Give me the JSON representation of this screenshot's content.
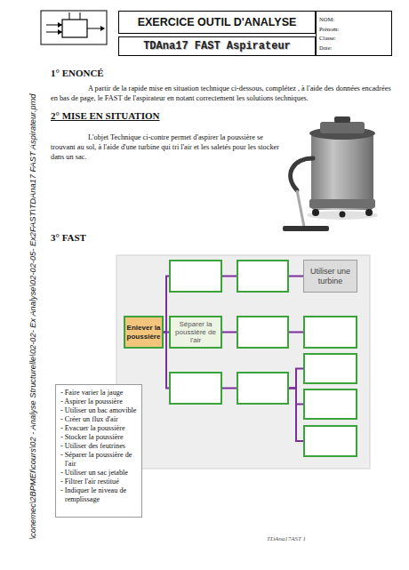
{
  "diagram": {
    "nodes": [
      {
        "text": [
          "EXERCICE OUTIL D'ANALYSE"
        ]
      },
      {
        "text": [
          "NOM:",
          "Prénom:",
          "Classe:",
          "Date:"
        ]
      },
      {
        "text": [
          "TDAna17 FAST Aspirateur"
        ]
      },
      {
        "text": [
          "Enlever la poussière"
        ]
      },
      {
        "text": []
      },
      {
        "text": [
          "Séparer la poussière de l'air"
        ]
      },
      {
        "text": []
      },
      {
        "text": []
      },
      {
        "text": [
          "Utiliser une turbine"
        ]
      },
      {
        "text": []
      },
      {
        "text": []
      },
      {
        "text": []
      },
      {
        "text": []
      },
      {
        "text": []
      },
      {
        "text": []
      },
      {
        "text": [
          "- Faire varier la jauge",
          "- Aspirer la poussière",
          "- Utiliser un bac amovible",
          "- Créer un flux d'air",
          "- Evacuer la poussière",
          "- Stocker la poussière",
          "- Utiliser des feutrines",
          "- Séparer la poussière de l'air",
          "- Utiliser un sac jetable",
          "- Filtrer l'air restitué",
          "- Indiquer le niveau de remplissage"
        ]
      }
    ],
    "edges": [
      {
        "from": 3,
        "to": 4,
        "arrow": "none"
      },
      {
        "from": 3,
        "to": 5,
        "arrow": "none"
      },
      {
        "from": 3,
        "to": 6,
        "arrow": "none"
      },
      {
        "from": 4,
        "to": 7,
        "arrow": "none"
      },
      {
        "from": 7,
        "to": 8,
        "arrow": "none"
      },
      {
        "from": 5,
        "to": 9,
        "arrow": "none"
      },
      {
        "from": 9,
        "to": 10,
        "arrow": "none"
      },
      {
        "from": 6,
        "to": 11,
        "arrow": "none"
      },
      {
        "from": 11,
        "to": 12,
        "arrow": "none"
      },
      {
        "from": 11,
        "to": 13,
        "arrow": "none"
      },
      {
        "from": 11,
        "to": 14,
        "arrow": "none"
      }
    ],
    "labels": [
      "1° ENONCÉ",
      "A partir de la rapide mise en situation technique ci-dessous, complétez , à l'aide des données encadrées en bas de page, le FAST de l'aspirateur en notant correctement les solutions techniques.",
      "2° MISE EN SITUATION",
      "L'objet Technique ci-contre permet d'aspirer la poussière se trouvant au sol, à l'aide d'une turbine qui tri l'air et les saletés pour les stocker dans un sac.",
      "3° FAST",
      "\\conemec\\2BPMEI\\cours\\02 - Analyse Structurelle\\02-02- Ex Analyse\\02-02-05- Ex2FAST\\TDAna17 FAST Aspirateur.pmd",
      "TDAna17AST 1"
    ]
  }
}
